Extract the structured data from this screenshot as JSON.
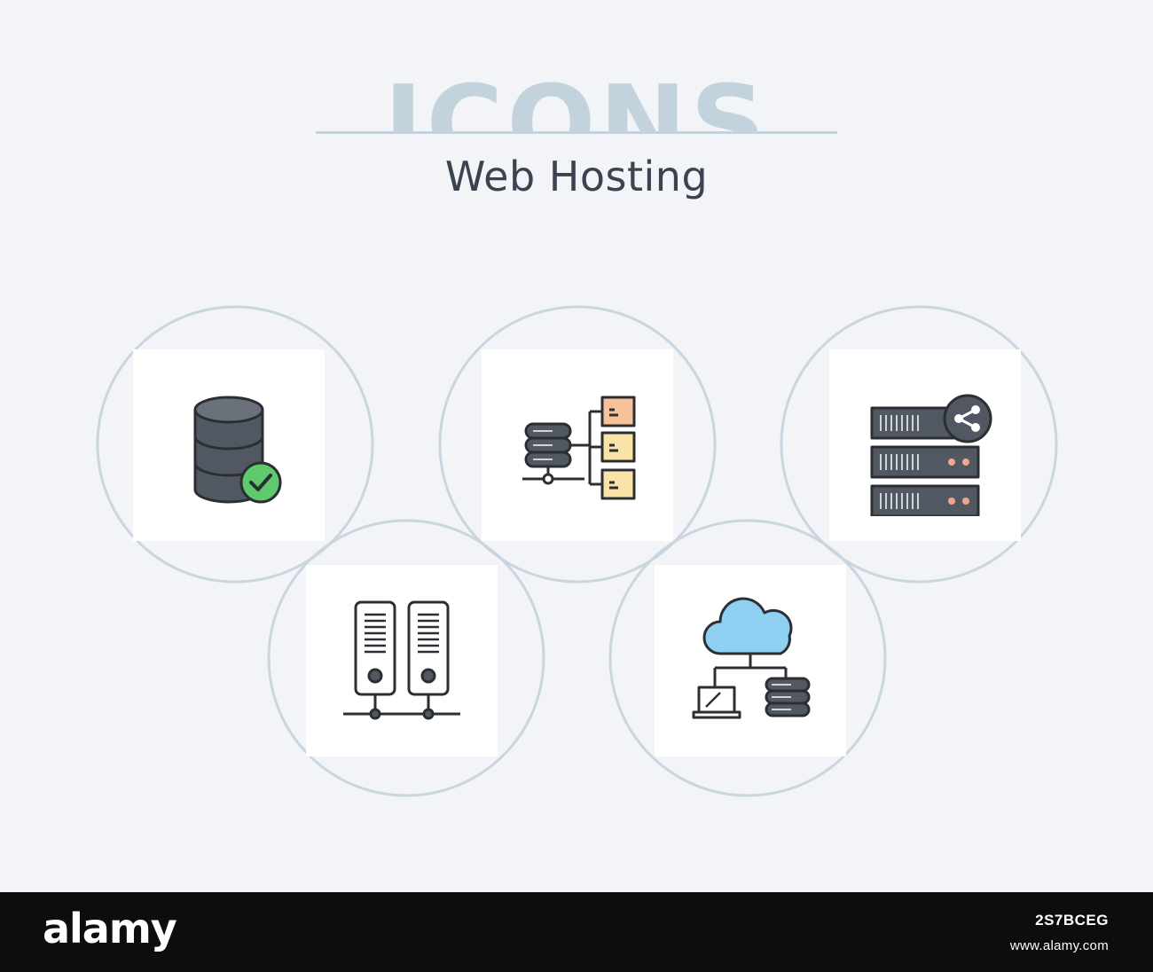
{
  "header": {
    "decorative_word": "ICONS",
    "title": "Web Hosting"
  },
  "icons": [
    {
      "name": "database-check-icon"
    },
    {
      "name": "server-network-folders-icon"
    },
    {
      "name": "server-share-icon"
    },
    {
      "name": "network-servers-icon"
    },
    {
      "name": "cloud-hosting-icon"
    }
  ],
  "footer": {
    "brand": "alamy",
    "image_code": "2S7BCEG",
    "site": "www.alamy.com"
  },
  "colors": {
    "background": "#f2f4f8",
    "ring": "#c9d6df",
    "outline": "#2b2f33",
    "green": "#5fc96e",
    "blue": "#8fd0f2",
    "orange": "#f7c29a",
    "yellow": "#fae3a6",
    "gray": "#525861"
  }
}
